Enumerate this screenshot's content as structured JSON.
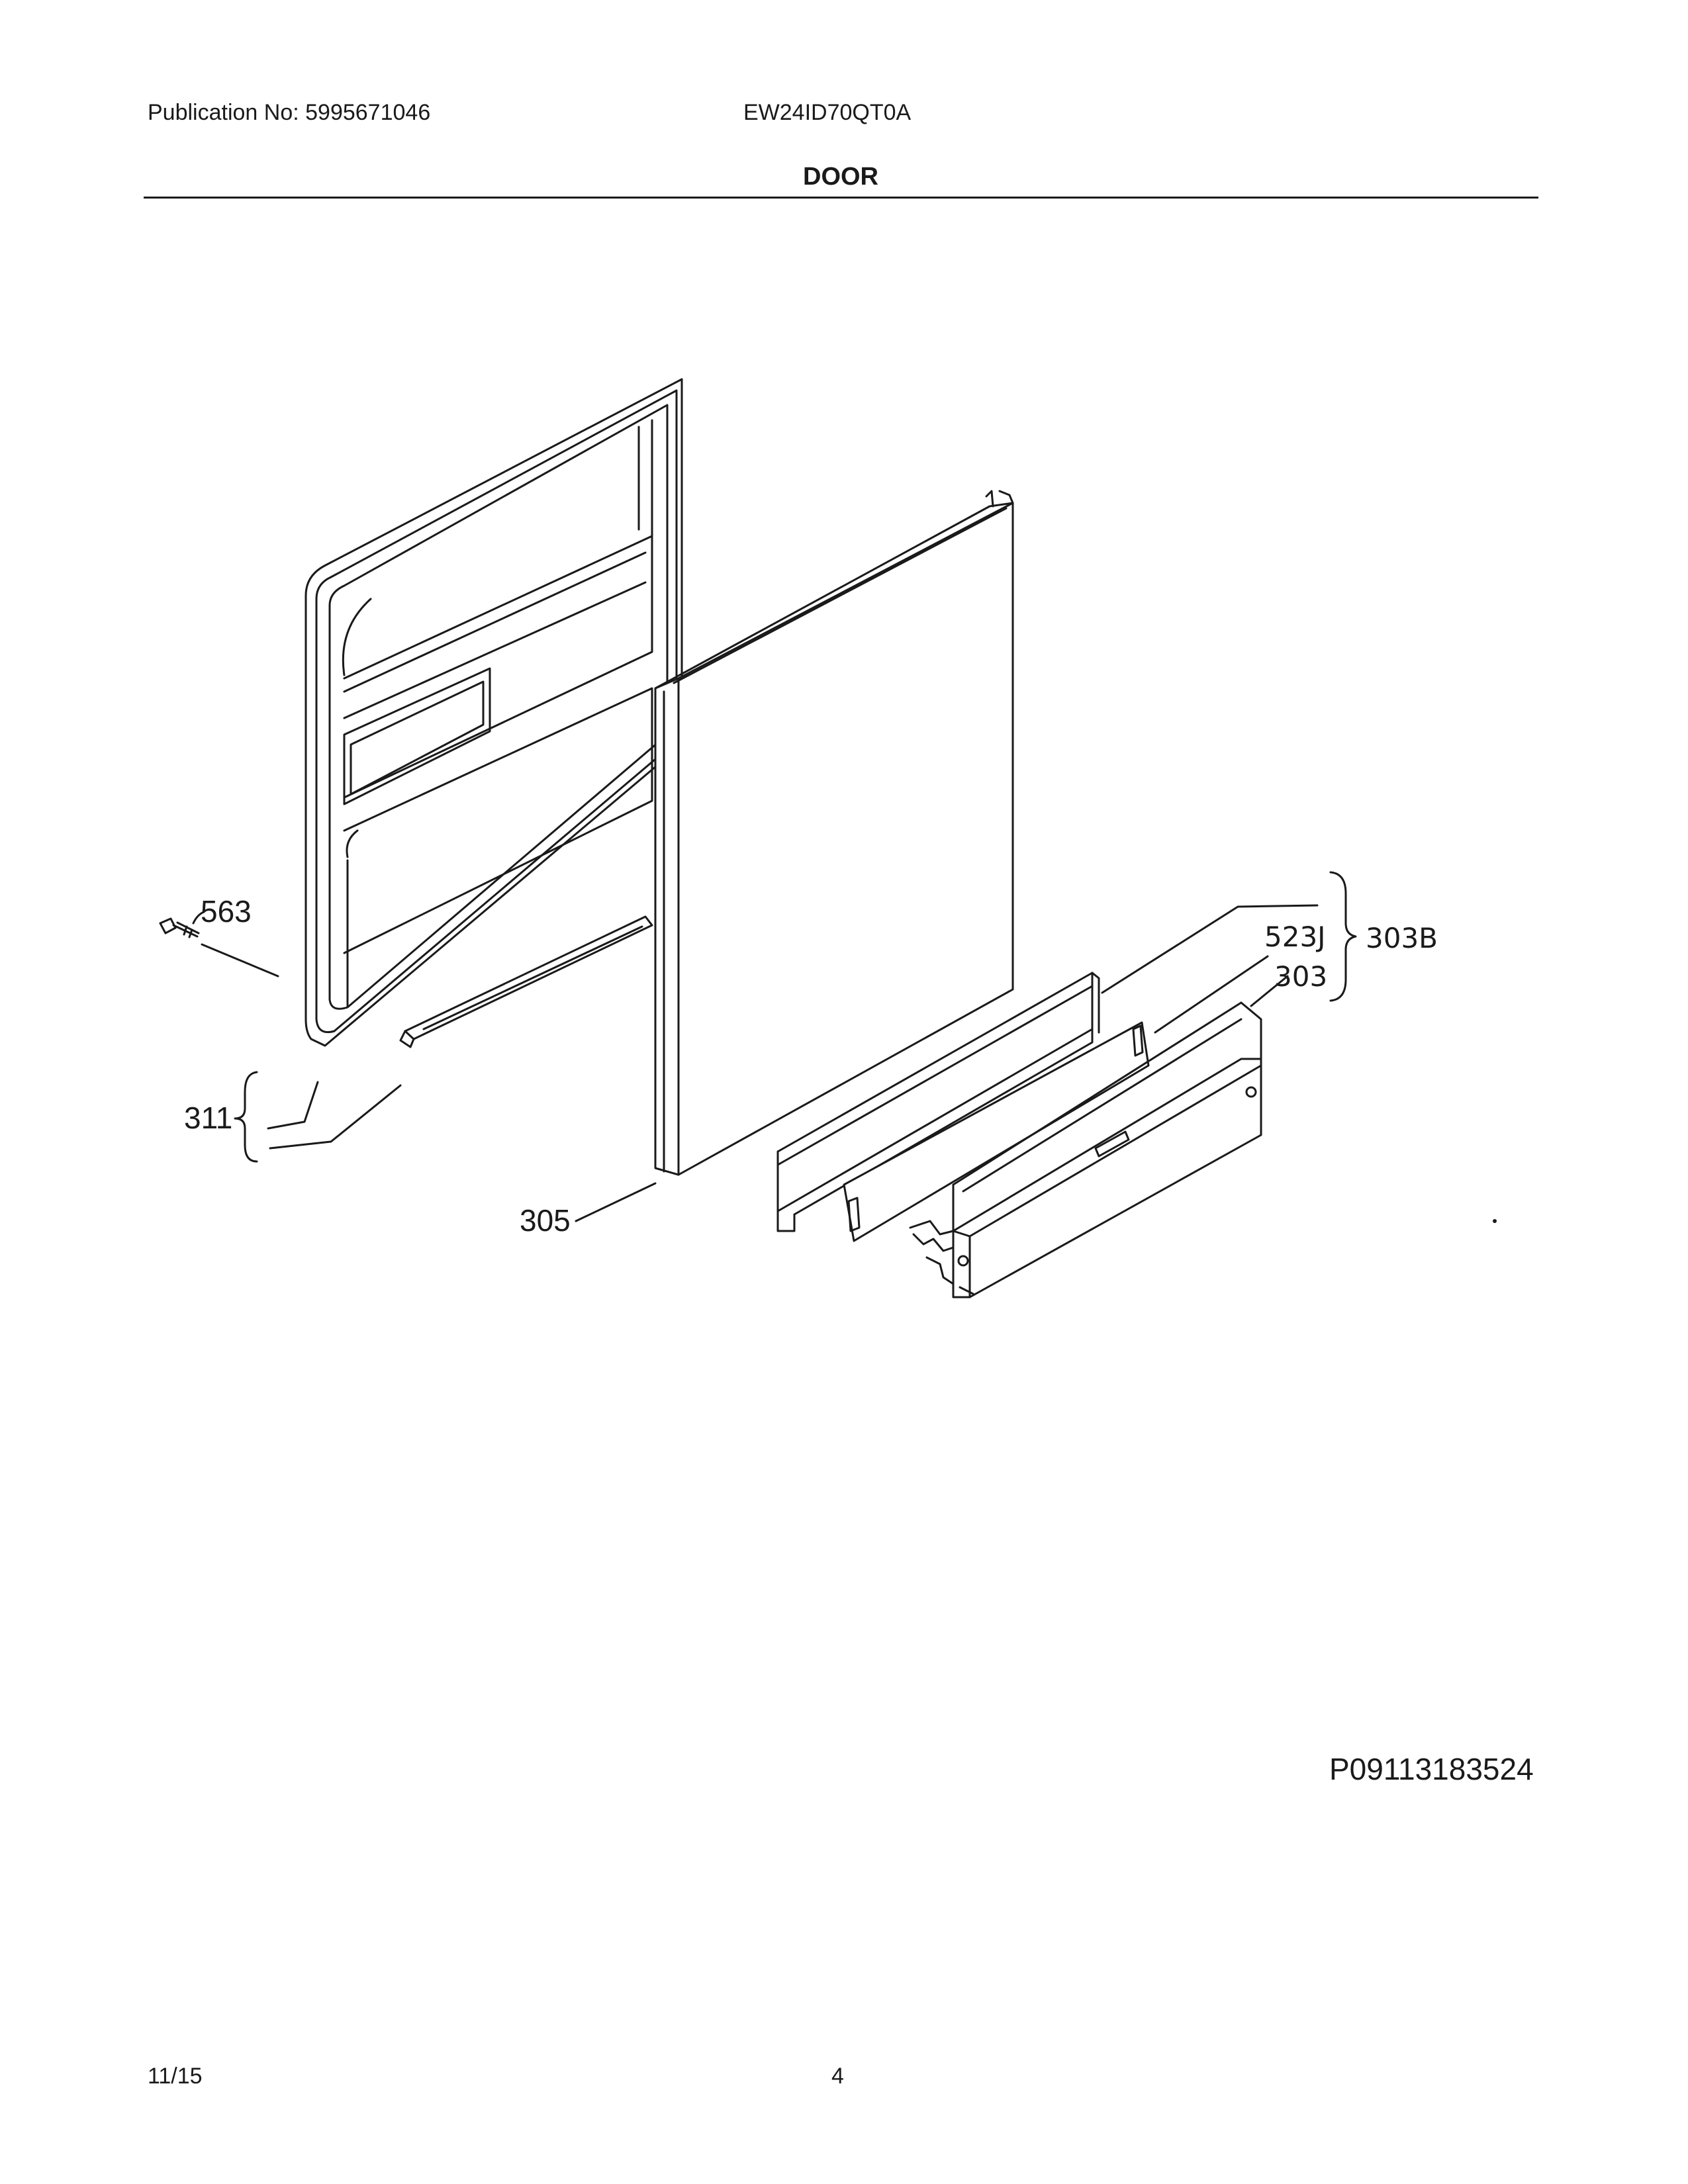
{
  "header": {
    "publication": "Publication No: 5995671046",
    "model": "EW24ID70QT0A",
    "section_title": "DOOR"
  },
  "callouts": {
    "c563": "563",
    "c311": "311",
    "c305": "305",
    "c523j": "523J",
    "c303": "303",
    "c303b": "303B"
  },
  "figure_code": "P09113183524",
  "footer": {
    "date": "11/15",
    "page": "4"
  }
}
